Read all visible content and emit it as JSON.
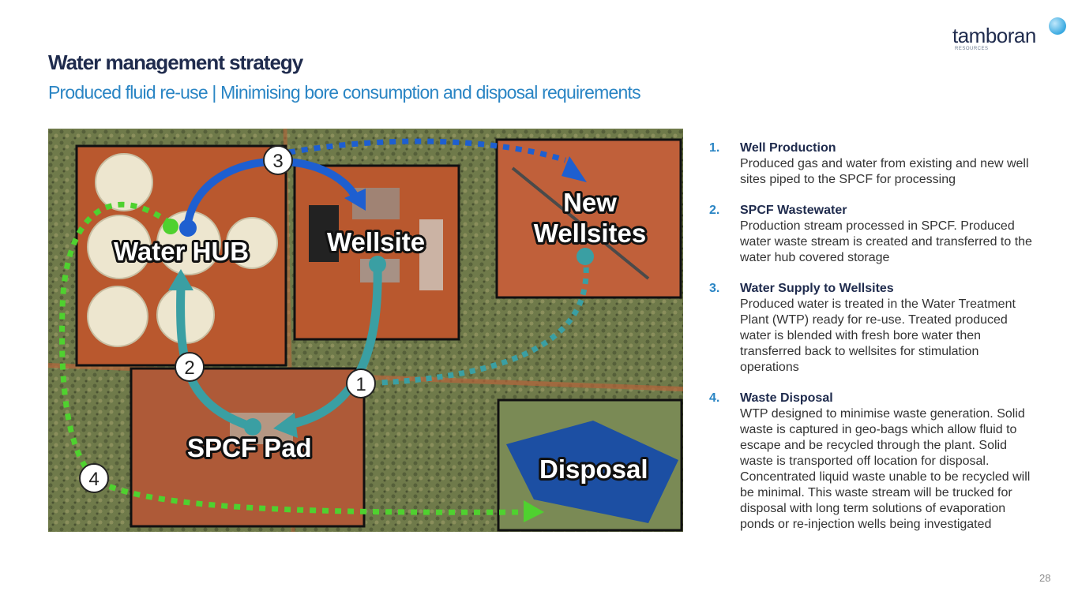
{
  "title": "Water management strategy",
  "subtitle": "Produced fluid re-use | Minimising bore consumption and disposal requirements",
  "logo": {
    "word": "tamboran",
    "sub": "RESOURCES"
  },
  "map": {
    "labels": {
      "water_hub": "Water HUB",
      "wellsite": "Wellsite",
      "new_wellsites_line1": "New",
      "new_wellsites_line2": "Wellsites",
      "spcf_pad": "SPCF Pad",
      "disposal": "Disposal"
    },
    "markers": {
      "m1": "1",
      "m2": "2",
      "m3": "3",
      "m4": "4"
    }
  },
  "steps": [
    {
      "num": "1.",
      "head": "Well Production",
      "body": "Produced gas and water from existing and new well sites piped to the SPCF for processing"
    },
    {
      "num": "2.",
      "head": "SPCF Wastewater",
      "body": "Production stream processed in SPCF. Produced water waste stream is created and transferred to the water hub covered storage"
    },
    {
      "num": "3.",
      "head": "Water Supply to Wellsites",
      "body": "Produced water is treated in the Water Treatment Plant (WTP) ready for re-use. Treated produced water is blended with fresh bore water then transferred back to wellsites for stimulation operations"
    },
    {
      "num": "4.",
      "head": "Waste Disposal",
      "body": "WTP designed to minimise waste generation. Solid waste is captured in geo-bags which allow fluid to escape and be recycled through the plant. Solid waste is transported off location for disposal. Concentrated liquid waste unable to be recycled will be minimal. This waste stream will be trucked for disposal with long term solutions of evaporation ponds or re-injection wells being investigated"
    }
  ],
  "page_number": "28",
  "colors": {
    "navy": "#1f2b4d",
    "accent_blue": "#2a85c4",
    "teal": "#3a9fa3",
    "arrow_blue": "#1e5fd0",
    "green": "#4fd12f"
  }
}
